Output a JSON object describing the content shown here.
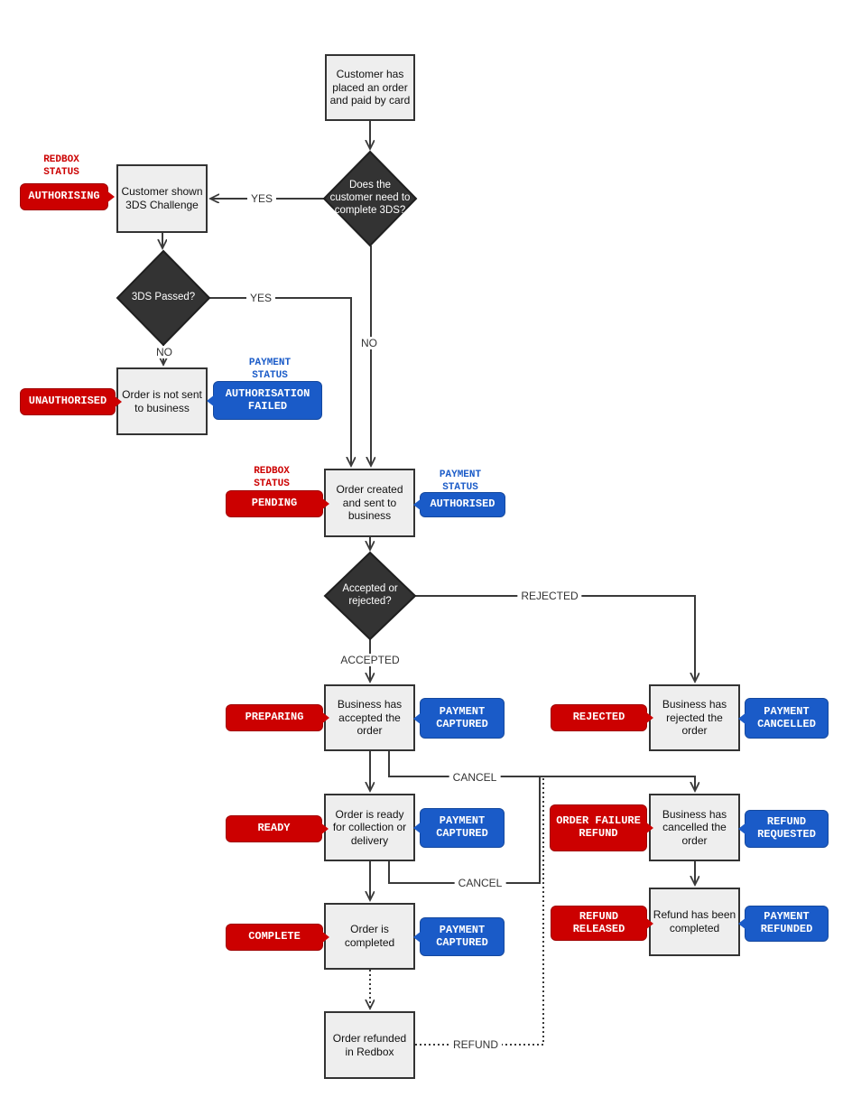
{
  "colors": {
    "red": "#CC0000",
    "blue": "#1A5BC8",
    "dark": "#333333",
    "node_fill": "#EEEEEE",
    "line": "#3A3A3A"
  },
  "headers": {
    "redbox_status": "REDBOX STATUS",
    "payment_status": "PAYMENT STATUS"
  },
  "nodes": {
    "customer_order": "Customer has placed an order and paid by card",
    "need_3ds": "Does the customer need to complete 3DS?",
    "shown_3ds": "Customer shown 3DS Challenge",
    "passed_3ds": "3DS Passed?",
    "not_sent": "Order is not sent to business",
    "order_created": "Order created and sent to business",
    "accepted_or_rejected": "Accepted or rejected?",
    "business_accepted": "Business has accepted the order",
    "business_rejected": "Business has rejected the order",
    "order_ready": "Order is ready for collection or delivery",
    "business_cancelled": "Business has cancelled the order",
    "order_completed": "Order is completed",
    "refund_completed": "Refund has been completed",
    "order_refunded": "Order refunded in Redbox"
  },
  "redbox_badges": {
    "authorising": "AUTHORISING",
    "unauthorised": "UNAUTHORISED",
    "pending": "PENDING",
    "preparing": "PREPARING",
    "rejected": "REJECTED",
    "ready": "READY",
    "order_failure_refund": "ORDER FAILURE REFUND",
    "complete": "COMPLETE",
    "refund_released": "REFUND RELEASED"
  },
  "payment_badges": {
    "authorisation_failed": "AUTHORISATION FAILED",
    "authorised": "AUTHORISED",
    "captured_1": "PAYMENT CAPTURED",
    "cancelled": "PAYMENT CANCELLED",
    "captured_2": "PAYMENT CAPTURED",
    "refund_requested": "REFUND REQUESTED",
    "captured_3": "PAYMENT CAPTURED",
    "refunded": "PAYMENT REFUNDED"
  },
  "edge_labels": {
    "yes_3ds": "YES",
    "yes_passed": "YES",
    "no_passed": "NO",
    "no_3ds": "NO",
    "accepted": "ACCEPTED",
    "rejected": "REJECTED",
    "cancel_1": "CANCEL",
    "cancel_2": "CANCEL",
    "refund": "REFUND"
  }
}
